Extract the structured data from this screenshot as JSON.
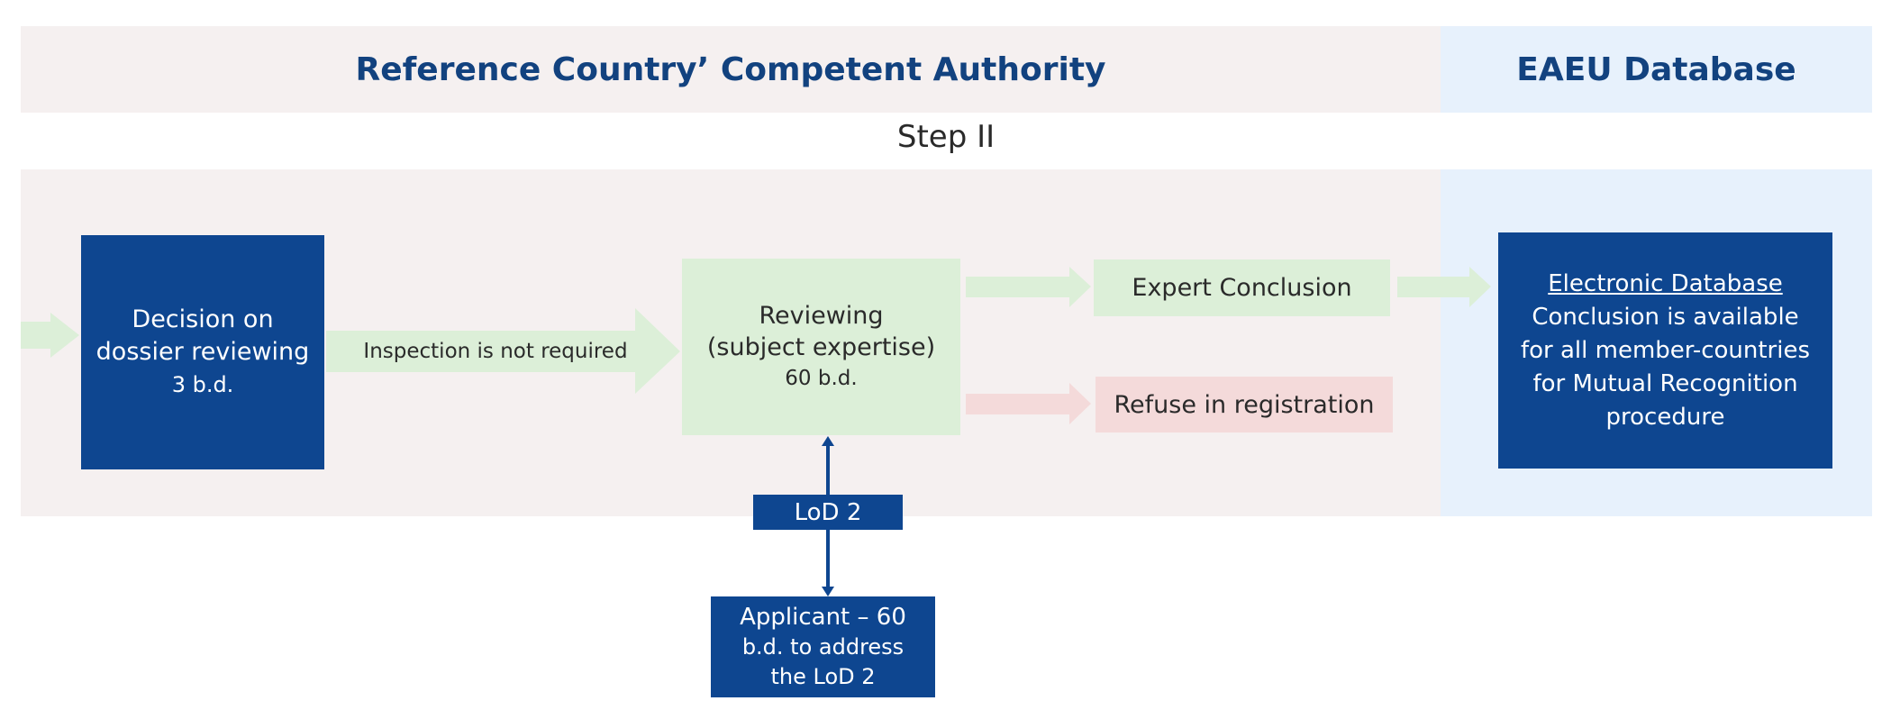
{
  "header": {
    "left_title": "Reference Country’ Competent Authority",
    "right_title": "EAEU Database"
  },
  "step_label": "Step II",
  "nodes": {
    "decision": {
      "line1": "Decision on",
      "line2": "dossier reviewing",
      "line3": "3  b.d."
    },
    "inspection_label": "Inspection is not required",
    "reviewing": {
      "line1": "Reviewing",
      "line2": "(subject expertise)",
      "line3": "60 b.d."
    },
    "expert_conclusion": "Expert Conclusion",
    "refuse": "Refuse in registration",
    "electronic_db": {
      "title": "Electronic Database",
      "line2": "Conclusion is available",
      "line3": "for all member-countries",
      "line4": "for Mutual Recognition",
      "line5": "procedure"
    },
    "lod": "LoD 2",
    "applicant": {
      "line1": "Applicant – 60",
      "line2": "b.d. to address",
      "line3": "the LoD 2"
    }
  },
  "colors": {
    "navy": "#0e4690",
    "header_text": "#12427f",
    "light_green": "#dcefd8",
    "light_pink": "#f4dada",
    "panel_beige": "#f5f0f0",
    "panel_blue": "#e7f1fc"
  }
}
